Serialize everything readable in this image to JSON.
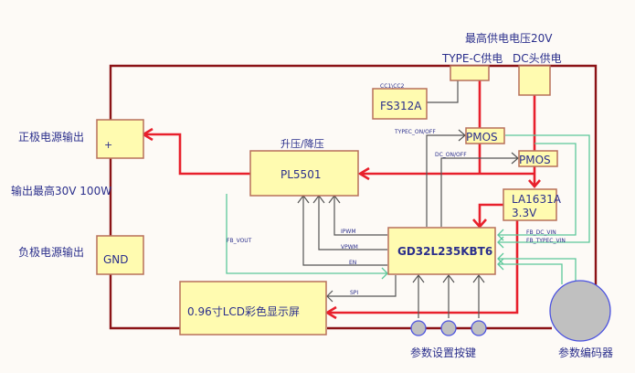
{
  "title": "参数可调电源系统框图",
  "top_labels": {
    "max_voltage": "最高供电电压20V",
    "typec_supply": "TYPE-C供电",
    "dc_supply": "DC头供电"
  },
  "left_labels": {
    "positive_output": "正极电源输出",
    "max_output": "输出最高30V  100W",
    "negative_output": "负极电源输出"
  },
  "blocks": {
    "positive_terminal": "+",
    "gnd_terminal": "GND",
    "pd_chip": "FS312A",
    "pd_chip_label": "CC1\\CC2",
    "pmos_typec": "PMOS",
    "pmos_dc": "PMOS",
    "converter_title": "升压/降压",
    "converter": "PL5501",
    "ldo_line1": "LA1631A",
    "ldo_line2": "3.3V",
    "mcu": "GD32L235KBT6",
    "lcd": "0.96寸LCD彩色显示屏"
  },
  "signals": {
    "typec_onoff": "TYPEC_ON/OFF",
    "dc_onoff": "DC_ON/OFF",
    "ipwm": "IPWM",
    "vpwm": "VPWM",
    "en": "EN",
    "fb_vout": "FB_VOUT",
    "fb_dc_vin": "FB_DC_VIN",
    "fb_typec_vin": "FB_TYPEC_VIN",
    "spi": "SPI"
  },
  "bottom_labels": {
    "buttons": "参数设置按键",
    "encoder": "参数编码器"
  },
  "colors": {
    "power_line": "#e8202c",
    "ground_line": "#8b1216",
    "feedback_line": "#5cc89a",
    "control_line": "#555555",
    "block_fill": "#fffbb0",
    "text": "#2b2f8c"
  }
}
